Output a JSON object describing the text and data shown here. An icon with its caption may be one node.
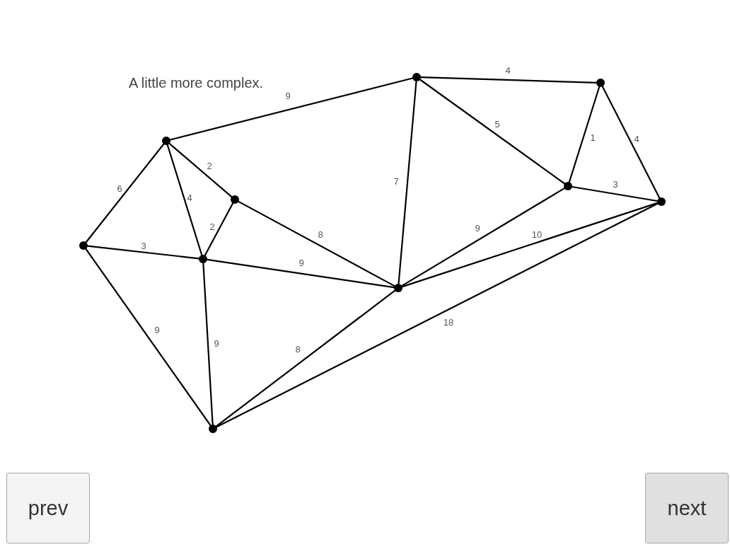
{
  "diagram": {
    "title": "A little more complex.",
    "nodes": [
      {
        "text": [],
        "shape": "circle"
      },
      {
        "text": [],
        "shape": "circle"
      },
      {
        "text": [],
        "shape": "circle"
      },
      {
        "text": [],
        "shape": "circle"
      },
      {
        "text": [],
        "shape": "circle"
      },
      {
        "text": [],
        "shape": "circle"
      },
      {
        "text": [],
        "shape": "circle"
      },
      {
        "text": [],
        "shape": "circle"
      },
      {
        "text": [],
        "shape": "circle"
      },
      {
        "text": [],
        "shape": "circle"
      }
    ],
    "edges": [
      {
        "from": 1,
        "to": 0,
        "arrow": "none",
        "label": "9"
      },
      {
        "from": 0,
        "to": 2,
        "arrow": "none",
        "label": "4"
      },
      {
        "from": 0,
        "to": 3,
        "arrow": "none",
        "label": "5"
      },
      {
        "from": 2,
        "to": 3,
        "arrow": "none",
        "label": "1"
      },
      {
        "from": 2,
        "to": 4,
        "arrow": "none",
        "label": "4"
      },
      {
        "from": 3,
        "to": 4,
        "arrow": "none",
        "label": "3"
      },
      {
        "from": 0,
        "to": 7,
        "arrow": "none",
        "label": "7"
      },
      {
        "from": 1,
        "to": 5,
        "arrow": "none",
        "label": "2"
      },
      {
        "from": 1,
        "to": 6,
        "arrow": "none",
        "label": "4"
      },
      {
        "from": 1,
        "to": 8,
        "arrow": "none",
        "label": "6"
      },
      {
        "from": 5,
        "to": 6,
        "arrow": "none",
        "label": "2"
      },
      {
        "from": 5,
        "to": 7,
        "arrow": "none",
        "label": "8"
      },
      {
        "from": 8,
        "to": 6,
        "arrow": "none",
        "label": "3"
      },
      {
        "from": 6,
        "to": 7,
        "arrow": "none",
        "label": "9"
      },
      {
        "from": 8,
        "to": 9,
        "arrow": "none",
        "label": "9"
      },
      {
        "from": 6,
        "to": 9,
        "arrow": "none",
        "label": "9"
      },
      {
        "from": 7,
        "to": 9,
        "arrow": "none",
        "label": "8"
      },
      {
        "from": 7,
        "to": 3,
        "arrow": "none",
        "label": "9"
      },
      {
        "from": 7,
        "to": 4,
        "arrow": "none",
        "label": "10"
      },
      {
        "from": 9,
        "to": 4,
        "arrow": "none",
        "label": "18"
      }
    ],
    "labels": [
      "prev",
      "next"
    ]
  }
}
